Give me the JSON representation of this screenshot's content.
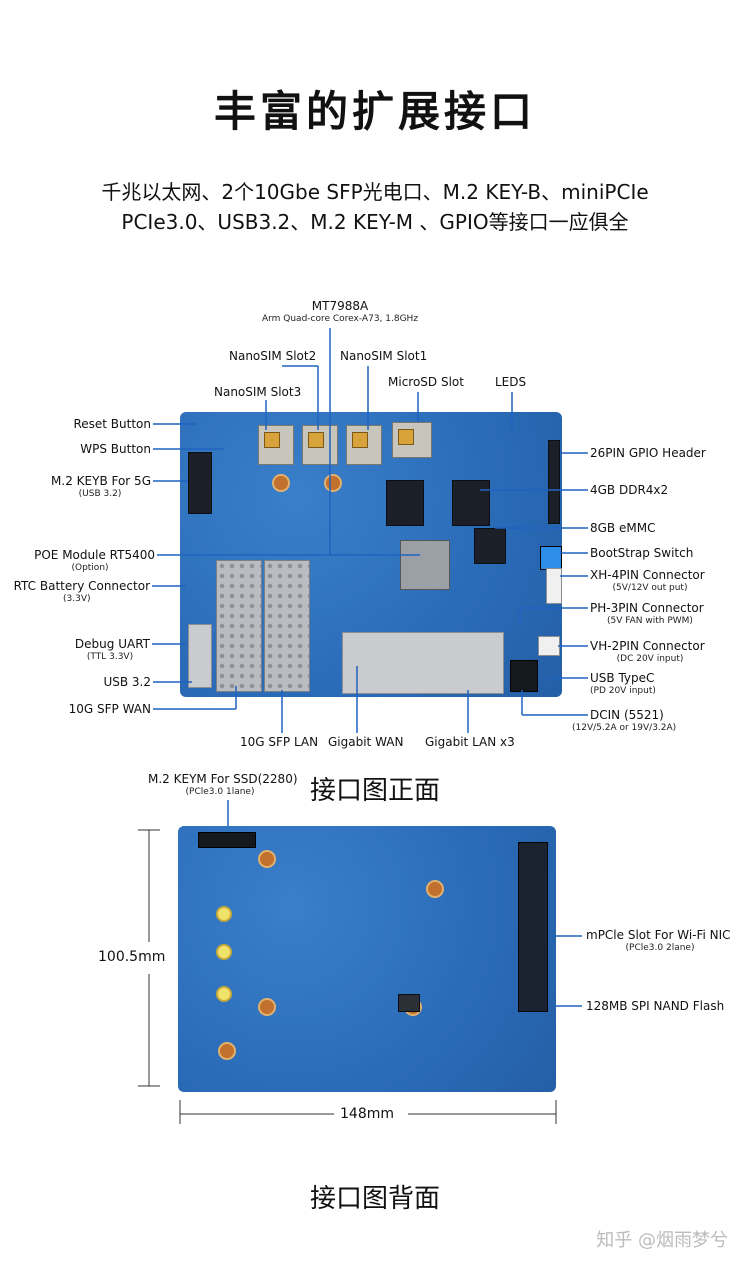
{
  "header": {
    "title": "丰富的扩展接口",
    "line1": "千兆以太网、2个10Gbe SFP光电口、M.2 KEY-B、miniPCIe",
    "line2": "PCIe3.0、USB3.2、M.2 KEY-M 、GPIO等接口一应俱全"
  },
  "front": {
    "cpu_label": "MT7988A",
    "cpu_sub": "Arm Quad-core Corex-A73, 1.8GHz",
    "nanosim2": "NanoSIM Slot2",
    "nanosim1": "NanoSIM Slot1",
    "nanosim3": "NanoSIM Slot3",
    "microsd": "MicroSD Slot",
    "leds": "LEDS",
    "reset": "Reset Button",
    "wps": "WPS Button",
    "m2keyb": "M.2 KEYB For 5G",
    "m2keyb_sub": "(USB 3.2)",
    "poe": "POE Module RT5400",
    "poe_sub": "(Option)",
    "rtc": "RTC Battery Connector",
    "rtc_sub": "(3.3V)",
    "debug": "Debug UART",
    "debug_sub": "(TTL 3.3V)",
    "usb32": "USB 3.2",
    "sfpwan": "10G SFP WAN",
    "gpio": "26PIN GPIO Header",
    "ddr": "4GB DDR4x2",
    "emmc": "8GB eMMC",
    "bootstrap": "BootStrap Switch",
    "xh4": "XH-4PIN Connector",
    "xh4_sub": "(5V/12V out put)",
    "ph3": "PH-3PIN Connector",
    "ph3_sub": "(5V FAN with PWM)",
    "vh2": "VH-2PIN Connector",
    "vh2_sub": "(DC 20V input)",
    "typec": "USB TypeC",
    "typec_sub": "(PD 20V input)",
    "dcin": "DCIN (5521)",
    "dcin_sub": "(12V/5.2A or 19V/3.2A)",
    "sfplan": "10G SFP LAN",
    "gbwan": "Gigabit WAN",
    "gblan": "Gigabit LAN x3",
    "caption": "接口图正面"
  },
  "back": {
    "m2keym": "M.2 KEYM For SSD(2280)",
    "m2keym_sub": "(PCle3.0 1lane)",
    "height": "100.5mm",
    "width": "148mm",
    "mpcie": "mPCle Slot For Wi-Fi NIC",
    "mpcie_sub": "(PCle3.0 2lane)",
    "nand": "128MB SPI NAND Flash",
    "caption": "接口图背面"
  },
  "watermark": "知乎 @烟雨梦兮",
  "colors": {
    "board": "#2a6bb8",
    "line": "#1f63c0",
    "text": "#111111"
  }
}
